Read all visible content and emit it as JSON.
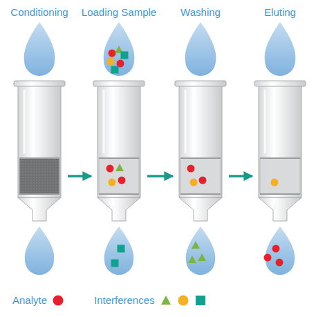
{
  "diagram": {
    "nodes": [
      {
        "text": [
          "Conditioning"
        ]
      },
      {
        "text": [
          "Loading Sample"
        ]
      },
      {
        "text": [
          "Washing"
        ]
      },
      {
        "text": [
          "Eluting"
        ]
      }
    ],
    "edges": [
      {
        "from": 0,
        "to": 1,
        "arrow": "to"
      },
      {
        "from": 1,
        "to": 2,
        "arrow": "to"
      },
      {
        "from": 2,
        "to": 3,
        "arrow": "to"
      }
    ],
    "legend": [
      {
        "text": "Analyte",
        "color": "#e8202e"
      },
      {
        "text": "Interferences"
      }
    ]
  }
}
